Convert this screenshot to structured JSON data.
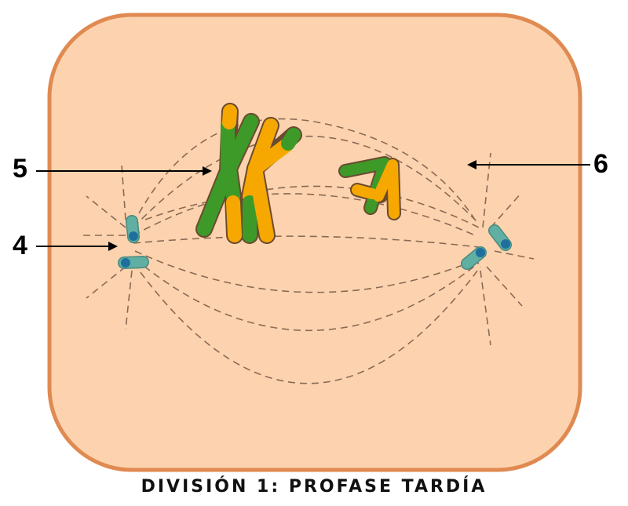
{
  "caption": "DIVISIÓN 1: PROFASE TARDÍA",
  "labels": {
    "l4": "4",
    "l5": "5",
    "l6": "6"
  },
  "colors": {
    "cytoplasm": "#fcd3ae",
    "membrane": "#e08a52",
    "chromatid_green": "#3d9a28",
    "chromatid_orange": "#f6a800",
    "centriole": "#5fb0a2",
    "centriole_dark": "#1f6f9e"
  }
}
